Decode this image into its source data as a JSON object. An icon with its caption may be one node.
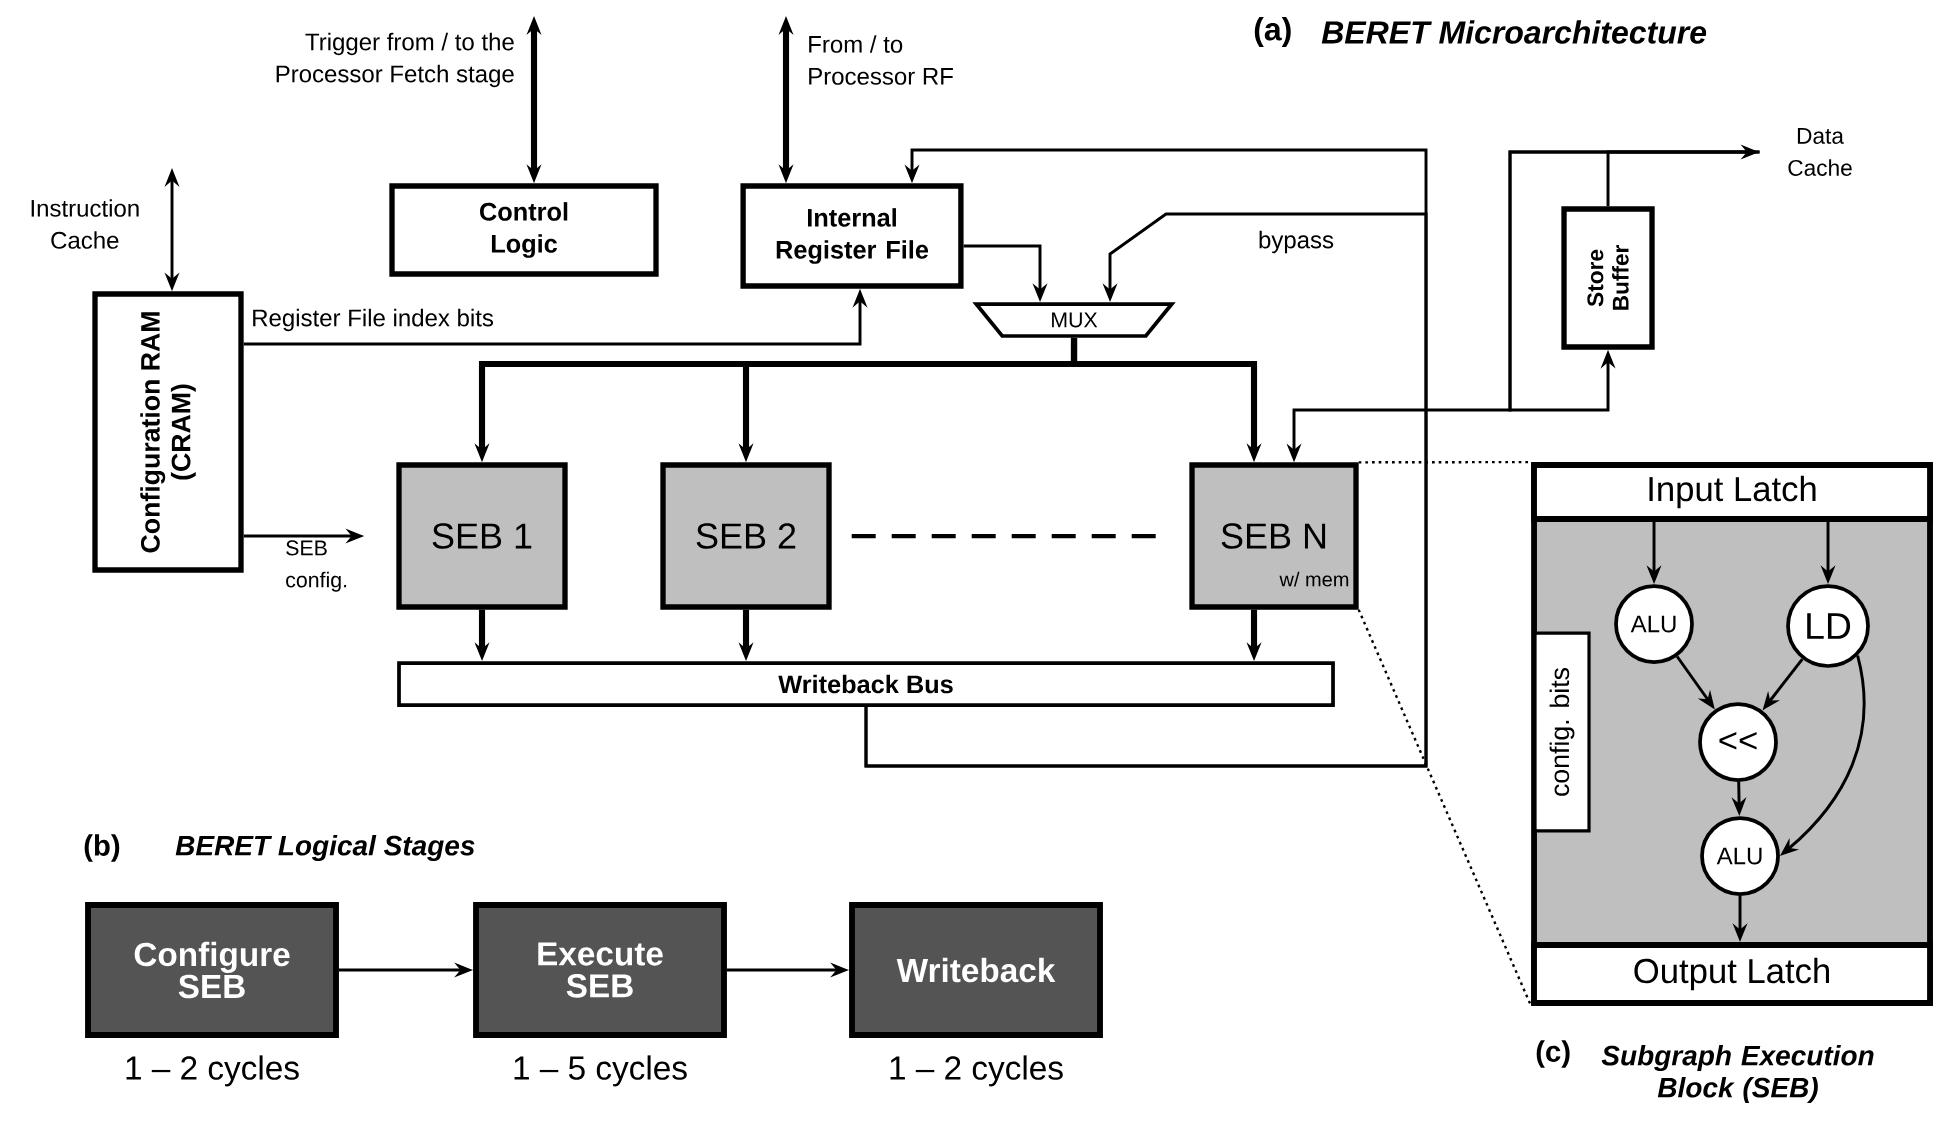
{
  "diagram": {
    "nodes": [
      {
        "text": [
          "Control Logic"
        ]
      },
      {
        "text": [
          "Internal Register File"
        ]
      },
      {
        "text": [
          "Configuration RAM (CRAM)"
        ]
      },
      {
        "text": [
          "MUX"
        ]
      },
      {
        "text": [
          "Store Buffer"
        ]
      },
      {
        "text": [
          "SEB 1"
        ]
      },
      {
        "text": [
          "SEB 2"
        ]
      },
      {
        "text": [
          "SEB N",
          "w/ mem"
        ]
      },
      {
        "text": [
          "Writeback Bus"
        ]
      },
      {
        "text": [
          "Data Cache"
        ]
      },
      {
        "text": [],
        "shape": "box"
      },
      {
        "text": [
          "Input Latch"
        ],
        "in": 10
      },
      {
        "text": [
          "config. bits"
        ],
        "in": 10
      },
      {
        "text": [
          "ALU"
        ],
        "in": 10
      },
      {
        "text": [
          "LD"
        ],
        "in": 10
      },
      {
        "text": [
          "<<"
        ],
        "in": 10
      },
      {
        "text": [
          "ALU"
        ],
        "in": 10
      },
      {
        "text": [
          "Output Latch"
        ],
        "in": 10
      },
      {
        "text": [
          "Configure SEB"
        ],
        "beside": [
          "1 – 2 cycles"
        ]
      },
      {
        "text": [
          "Execute SEB"
        ],
        "beside": [
          "1 – 5 cycles"
        ]
      },
      {
        "text": [
          "Writeback"
        ],
        "beside": [
          "1 – 2 cycles"
        ]
      }
    ],
    "edges": [
      {
        "from": null,
        "to": 0,
        "arrow": "both",
        "style": "thick",
        "label": "Trigger from / to the Processor Fetch stage"
      },
      {
        "from": null,
        "to": 1,
        "arrow": "both",
        "style": "thick",
        "label": "From / to Processor RF"
      },
      {
        "from": null,
        "to": 2,
        "arrow": "both",
        "label": "Instruction Cache"
      },
      {
        "from": 2,
        "to": 1,
        "arrow": "to",
        "label": "Register File index bits"
      },
      {
        "from": 2,
        "to": 5,
        "arrow": "to",
        "label": "SEB config."
      },
      {
        "from": 1,
        "to": 3,
        "arrow": "to"
      },
      {
        "from": 8,
        "to": 1,
        "arrow": "to"
      },
      {
        "from": 8,
        "to": 3,
        "arrow": "to",
        "label": "bypass"
      },
      {
        "from": 3,
        "to": 5,
        "arrow": "to",
        "style": "thick"
      },
      {
        "from": 3,
        "to": 6,
        "arrow": "to",
        "style": "thick"
      },
      {
        "from": 3,
        "to": 7,
        "arrow": "to",
        "style": "thick"
      },
      {
        "from": 5,
        "to": 8,
        "arrow": "to",
        "style": "thick"
      },
      {
        "from": 6,
        "to": 8,
        "arrow": "to",
        "style": "thick"
      },
      {
        "from": 7,
        "to": 8,
        "arrow": "to",
        "style": "thick"
      },
      {
        "from": 6,
        "to": 7,
        "arrow": "none",
        "style": "dashed"
      },
      {
        "from": 4,
        "to": 9,
        "arrow": "to"
      },
      {
        "from": 9,
        "to": 4,
        "arrow": "to"
      },
      {
        "from": 9,
        "to": 7,
        "arrow": "to"
      },
      {
        "from": 7,
        "to": 11,
        "arrow": "none",
        "style": "dashed"
      },
      {
        "from": 7,
        "to": 17,
        "arrow": "none",
        "style": "dashed"
      },
      {
        "from": 11,
        "to": 13,
        "arrow": "to"
      },
      {
        "from": 11,
        "to": 14,
        "arrow": "to"
      },
      {
        "from": 13,
        "to": 15,
        "arrow": "to"
      },
      {
        "from": 14,
        "to": 15,
        "arrow": "to"
      },
      {
        "from": 14,
        "to": 16,
        "arrow": "to"
      },
      {
        "from": 15,
        "to": 16,
        "arrow": "to"
      },
      {
        "from": 16,
        "to": 17,
        "arrow": "to"
      },
      {
        "from": 18,
        "to": 19,
        "arrow": "to"
      },
      {
        "from": 19,
        "to": 20,
        "arrow": "to"
      }
    ],
    "labels": [
      "(a)",
      "BERET Microarchitecture",
      "(b)",
      "BERET Logical Stages",
      "(c)",
      "Subgraph Execution Block (SEB)"
    ]
  }
}
